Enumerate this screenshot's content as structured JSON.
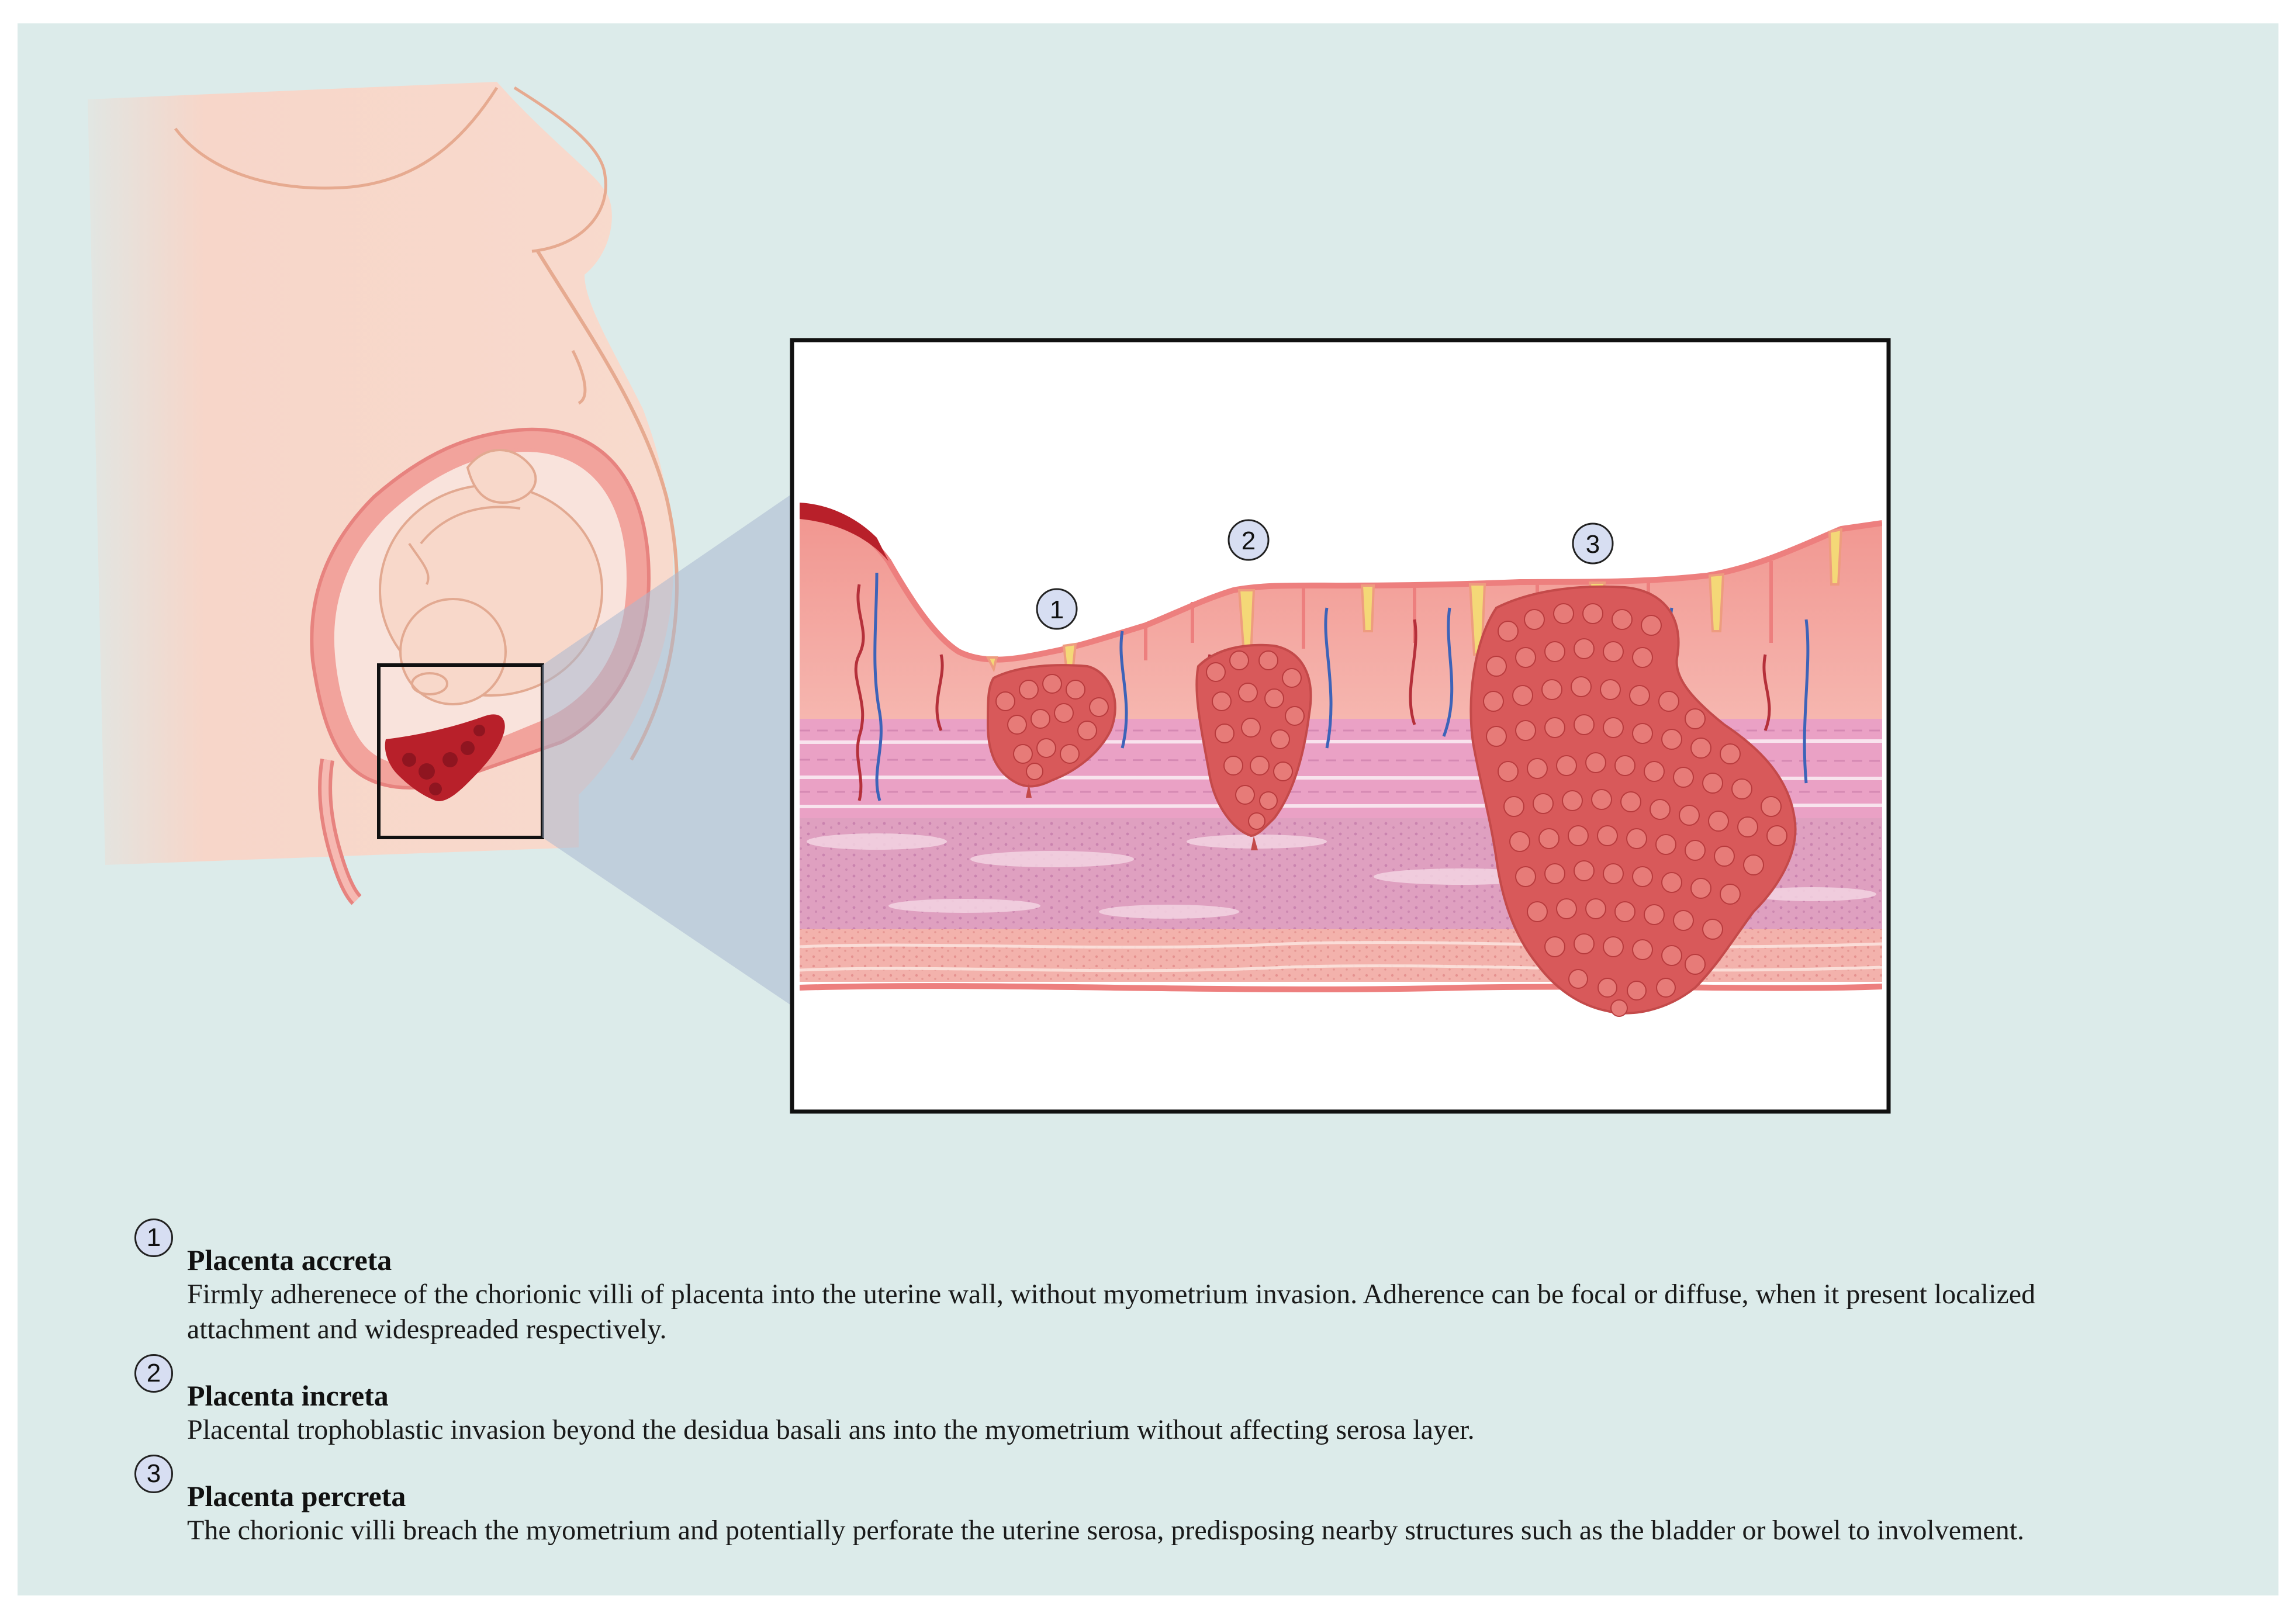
{
  "callouts": [
    "1",
    "2",
    "3"
  ],
  "legend": [
    {
      "num": "1",
      "title": "Placenta accreta",
      "desc": "Firmly adherenece of the chorionic villi of placenta into the uterine wall, without myometrium invasion. Adherence can be focal or diffuse, when it present localized attachment and widespreaded respectively."
    },
    {
      "num": "2",
      "title": "Placenta increta",
      "desc": "Placental trophoblastic invasion beyond the desidua basali ans into the myometrium without affecting serosa layer."
    },
    {
      "num": "3",
      "title": "Placenta percreta",
      "desc": "The chorionic villi breach the myometrium and potentially perforate the uterine serosa, predisposing nearby structures such as the bladder or bowel to involvement."
    }
  ],
  "colors": {
    "background": "#dcebea",
    "skin": "#f8d9cc",
    "uterine_wall": "#ee8f8a",
    "placenta": "#b8202a",
    "decidua": "#f4b6ae",
    "myometrium": "#e9a0c4",
    "invasion": "#d8595a",
    "vein": "#3d63b8",
    "artery": "#b5303a"
  },
  "icons": [
    "circle-number-icon"
  ]
}
